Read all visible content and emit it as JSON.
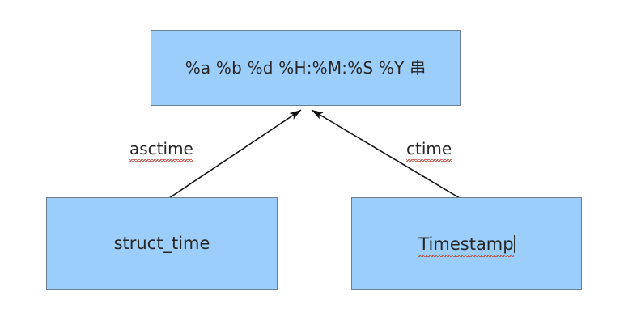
{
  "diagram": {
    "type": "flow-diagram",
    "background_color": "#ffffff",
    "node_fill_color": "#9ccefc",
    "node_border_color": "#6c7f92",
    "text_color": "#262626",
    "edge_color": "#1a1a1a",
    "spellcheck_underline_color": "#c0392b",
    "nodes": [
      {
        "id": "format-string",
        "label": "%a %b %d %H:%M:%S %Y 串",
        "shape": "rectangle"
      },
      {
        "id": "struct-time",
        "label": "struct_time",
        "shape": "rectangle"
      },
      {
        "id": "timestamp",
        "label": "Timestamp",
        "shape": "rectangle",
        "spellcheck_flagged": true,
        "has_text_caret": true
      }
    ],
    "edges": [
      {
        "id": "asctime",
        "label": "asctime",
        "from": "struct-time",
        "to": "format-string",
        "arrow": "to",
        "spellcheck_flagged": true
      },
      {
        "id": "ctime",
        "label": "ctime",
        "from": "timestamp",
        "to": "format-string",
        "arrow": "to",
        "spellcheck_flagged": true
      }
    ]
  }
}
